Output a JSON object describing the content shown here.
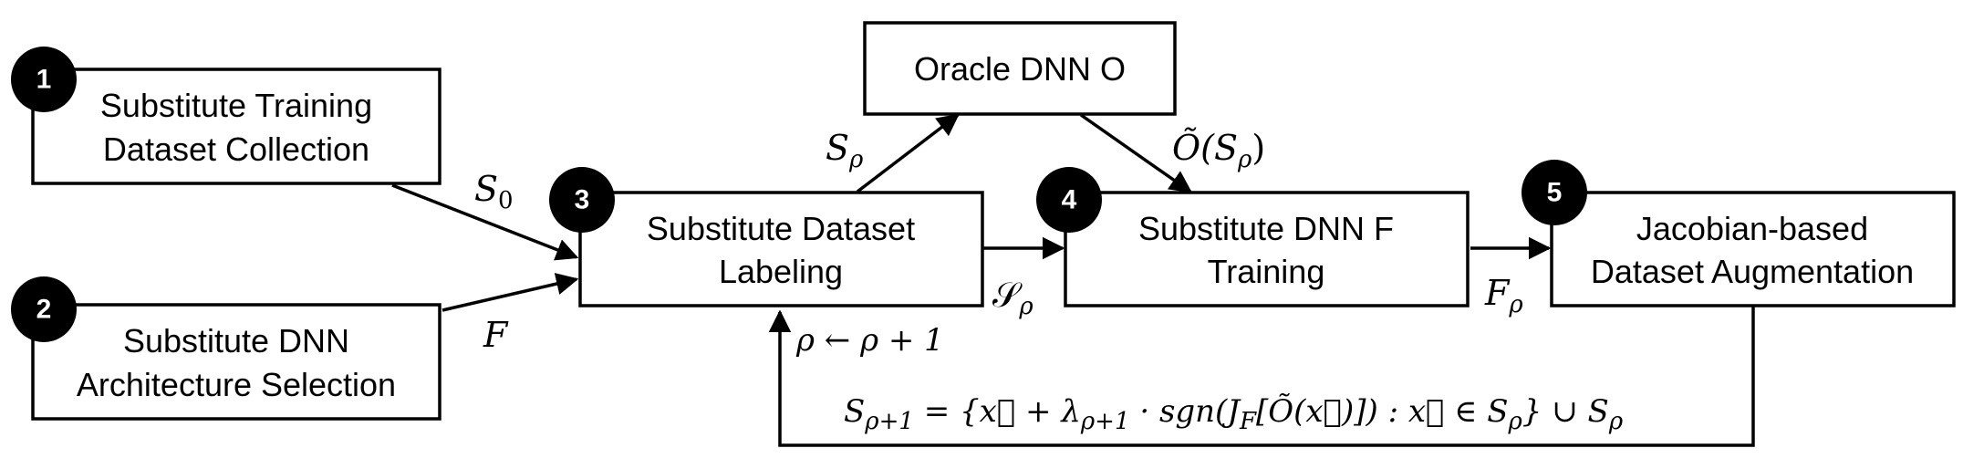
{
  "nodes": {
    "n1": {
      "number": "1",
      "line1": "Substitute Training",
      "line2": "Dataset Collection"
    },
    "n2": {
      "number": "2",
      "line1": "Substitute DNN",
      "line2": "Architecture Selection"
    },
    "n3": {
      "number": "3",
      "line1": "Substitute Dataset",
      "line2": "Labeling"
    },
    "n4": {
      "number": "4",
      "line1": "Substitute DNN F",
      "line2": "Training"
    },
    "n5": {
      "number": "5",
      "line1": "Jacobian-based",
      "line2": "Dataset Augmentation"
    },
    "oracle": {
      "label": "Oracle DNN O"
    }
  },
  "labels": {
    "s0": {
      "base": "S",
      "sub": "0"
    },
    "f": {
      "base": "F"
    },
    "s_rho": {
      "base": "S",
      "sub": "ρ"
    },
    "o_tilde": {
      "base": "Õ(S",
      "sub": "ρ",
      "tail": ")"
    },
    "s_rho_script": {
      "base": "𝒮",
      "sub": "ρ"
    },
    "f_rho": {
      "base": "F",
      "sub": "ρ"
    },
    "rho_update": {
      "text": "ρ ← ρ + 1"
    },
    "augment_formula": {
      "lhs": "S",
      "lhs_sub": "ρ+1",
      "mid": " = {x⃗ + λ",
      "mid_sub": "ρ+1",
      "rest": " · sgn(J",
      "rest_sub": "F",
      "tail": "[Õ(x⃗)]) : x⃗ ∈ S",
      "tail_sub": "ρ",
      "end": "} ∪ S",
      "end_sub": "ρ"
    }
  }
}
